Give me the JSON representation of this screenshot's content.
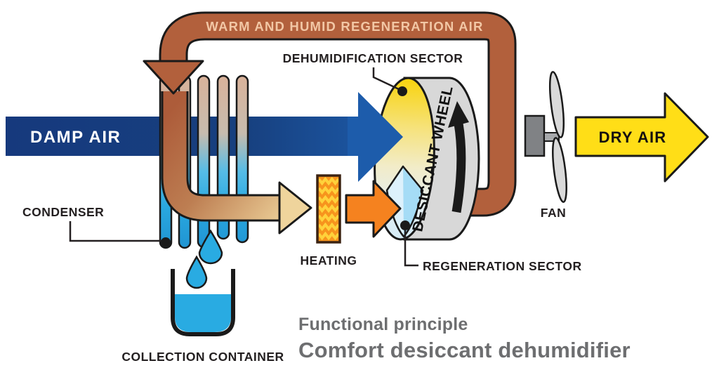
{
  "diagram": {
    "title_small": "Functional principle",
    "title_large": "Comfort desiccant dehumidifier",
    "pipe_label": "WARM AND HUMID REGENERATION AIR",
    "wheel_label": "DESICCANT WHEEL",
    "labels": {
      "dehumidification_sector": "DEHUMIDIFICATION SECTOR",
      "damp_air": "DAMP AIR",
      "condenser": "CONDENSER",
      "heating": "HEATING",
      "regeneration_sector": "REGENERATION SECTOR",
      "fan": "FAN",
      "dry_air": "DRY AIR",
      "collection_container": "COLLECTION CONTAINER"
    },
    "colors": {
      "pipe_brown": "#b2603c",
      "pipe_text_peach": "#f2c7a5",
      "damp_navy": "#16397d",
      "damp_blue_head": "#1d5cab",
      "dry_yellow": "#ffde17",
      "orange": "#f5821f",
      "water_blue": "#29abe2",
      "wheel_gray": "#d8d8d8",
      "sector_yellow": "#f8d30e",
      "sector_blue": "#a5dcf6",
      "heating_orange": "#f7941d",
      "heating_zigzag": "#ffd23b",
      "fan_gray": "#808285",
      "blade_gray": "#d9d9d9",
      "label_dark": "#231f20",
      "title_gray": "#6d6e70"
    }
  }
}
